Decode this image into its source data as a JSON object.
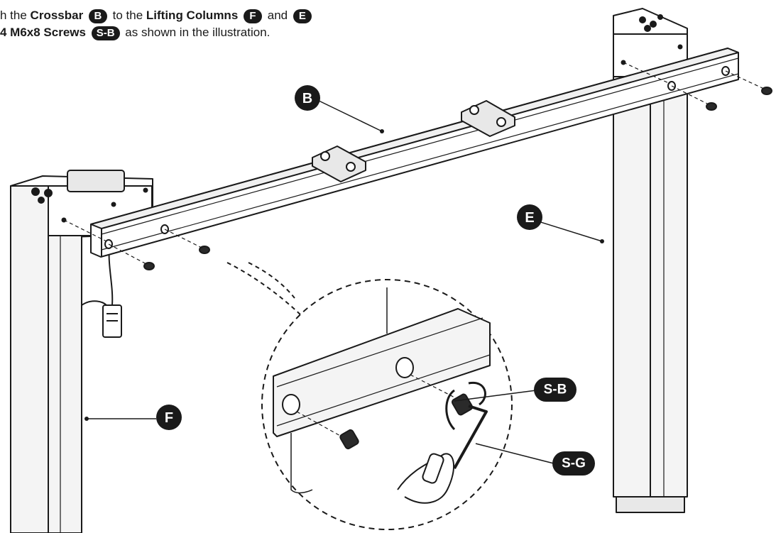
{
  "instruction": {
    "line1": {
      "p1": "h the ",
      "b1": "Crossbar",
      "badge1": "B",
      "p2": " to the ",
      "b2": "Lifting Columns",
      "badge2": "F",
      "p3": " and ",
      "badge3": "E"
    },
    "line2": {
      "b1": "4 M6x8 Screws",
      "badge1": "S-B",
      "p1": " as shown in the illustration."
    }
  },
  "callouts": {
    "crossbar": "B",
    "column_right": "E",
    "column_left": "F",
    "screw": "S-B",
    "hex_key": "S-G"
  },
  "colors": {
    "ink": "#1a1a1a",
    "metal": "#f4f4f4",
    "shade": "#d6d6d6"
  }
}
